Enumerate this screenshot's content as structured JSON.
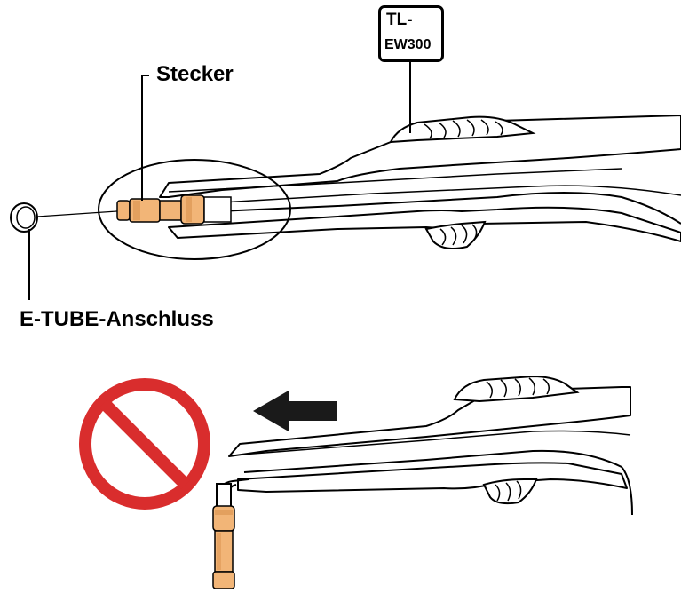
{
  "labels": {
    "plug": "Stecker",
    "port": "E-TUBE-Anschluss"
  },
  "tool_badge": {
    "line1": "TL-",
    "line2": "EW300"
  },
  "colors": {
    "plug_fill": "#F2B577",
    "plug_shade": "#D9924E",
    "prohibition": "#D92D2D",
    "arrow": "#1a1a1a",
    "outline": "#000000"
  },
  "icons": {
    "prohibition": "prohibition-sign-icon",
    "direction": "arrow-left-icon"
  }
}
